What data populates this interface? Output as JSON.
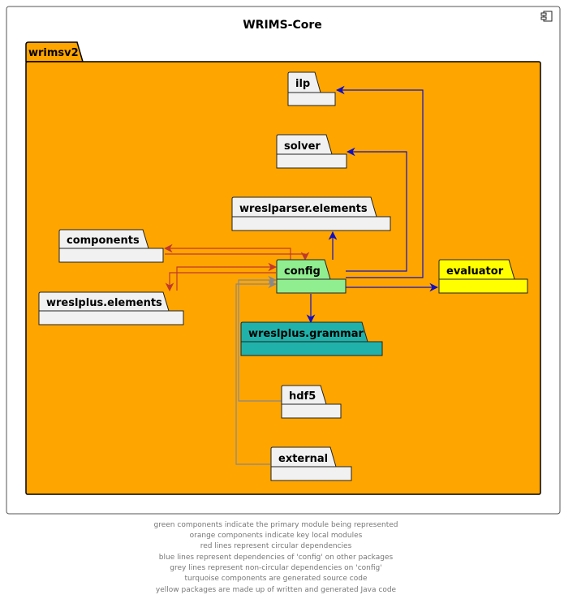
{
  "container": {
    "title": "WRIMS-Core",
    "icon": "component-icon"
  },
  "package": {
    "name": "wrimsv2"
  },
  "components": {
    "ilp": {
      "name": "ilp"
    },
    "solver": {
      "name": "solver"
    },
    "wreslparser_elements": {
      "name": "wreslparser.elements"
    },
    "components": {
      "name": "components"
    },
    "config": {
      "name": "config"
    },
    "evaluator": {
      "name": "evaluator"
    },
    "wreslplus_elements": {
      "name": "wreslplus.elements"
    },
    "wreslplus_grammar": {
      "name": "wreslplus.grammar"
    },
    "hdf5": {
      "name": "hdf5"
    },
    "external": {
      "name": "external"
    }
  },
  "colors": {
    "package": "#FFA500",
    "primary": "#90EE90",
    "generated": "#20B2AA",
    "java": "#FFFF00",
    "default": "#F1F1F1",
    "circular": "#C0392B",
    "outgoing": "#1010C0",
    "incoming": "#888888"
  },
  "legend": {
    "lines": [
      "green components indicate the primary module being represented",
      "orange components indicate key local modules",
      "red lines represent circular dependencies",
      "blue lines represent dependencies of 'config' on other packages",
      "grey lines represent non-circular dependencies on 'config'",
      "turquoise components are generated source code",
      "yellow packages are made up of written and generated Java code"
    ]
  }
}
